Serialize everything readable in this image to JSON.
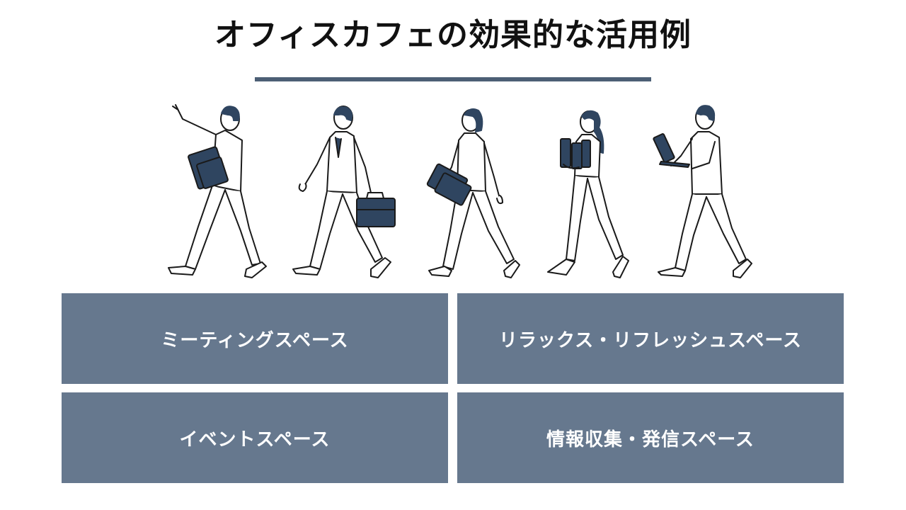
{
  "title": "オフィスカフェの効果的な活用例",
  "colors": {
    "accent": "#4c5f75",
    "tile": "#66788e",
    "figure_navy": "#2f4560"
  },
  "people": [
    {
      "icon": "pointing-person-with-folder-icon"
    },
    {
      "icon": "walking-person-with-briefcase-icon"
    },
    {
      "icon": "walking-woman-with-portfolio-icon"
    },
    {
      "icon": "woman-carrying-binders-icon"
    },
    {
      "icon": "person-with-laptop-icon"
    }
  ],
  "tiles": [
    {
      "label": "ミーティングスペース"
    },
    {
      "label": "リラックス・リフレッシュスペース"
    },
    {
      "label": "イベントスペース"
    },
    {
      "label": "情報収集・発信スペース"
    }
  ]
}
